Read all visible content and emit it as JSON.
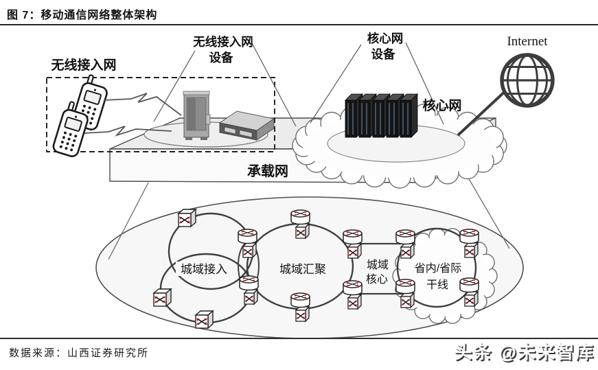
{
  "header": {
    "title": "图 7：移动通信网络整体架构"
  },
  "diagram": {
    "labels": {
      "ran": "无线接入网",
      "ran_equipment_line1": "无线接入网",
      "ran_equipment_line2": "设备",
      "core_equipment_line1": "核心网",
      "core_equipment_line2": "设备",
      "core_network": "核心网",
      "bearer_network": "承载网",
      "internet": "Internet",
      "metro_access": "城域接入",
      "metro_aggregation": "城域汇聚",
      "metro_core_line1": "城域",
      "metro_core_line2": "核心",
      "trunk_line1": "省内/省际",
      "trunk_line2": "干线"
    },
    "icons": {
      "terminal": "mobile-phone-icon",
      "wireless_link": "lightning-zigzag-icon",
      "base_station": "base-station-cabinet-icon",
      "transport_unit": "bbu-rack-icon",
      "core_servers": "server-rack-icon",
      "internet": "globe-icon",
      "metro_node": "router-cylinder-icon",
      "access_node": "switch-box-icon"
    },
    "colors": {
      "arrow_accent_red": "#a51418",
      "line_dark": "#1a1a1a",
      "fill_light": "#f7f7f7"
    }
  },
  "footer": {
    "source": "数据来源：山西证券研究所",
    "watermark": "头条 @未来智库"
  }
}
